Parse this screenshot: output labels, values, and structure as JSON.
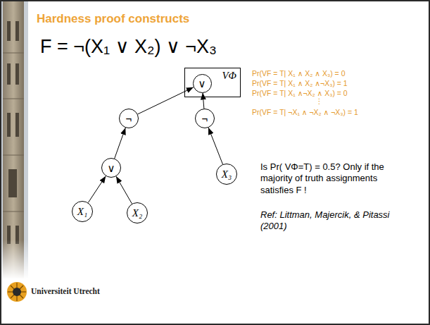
{
  "diagram": {
    "title": "Hardness proof constructs",
    "nodes": [
      {
        "text": [
          "VΦ"
        ]
      },
      {
        "text": [
          "∨"
        ],
        "in": 0
      },
      {
        "text": [
          "¬"
        ]
      },
      {
        "text": [
          "¬"
        ]
      },
      {
        "text": [
          "∨"
        ]
      },
      {
        "text": [
          "X₁"
        ]
      },
      {
        "text": [
          "X₂"
        ]
      },
      {
        "text": [
          "X₃"
        ]
      }
    ],
    "edges": [
      {
        "from": 5,
        "to": 4,
        "arrow": "to"
      },
      {
        "from": 6,
        "to": 4,
        "arrow": "to"
      },
      {
        "from": 4,
        "to": 2,
        "arrow": "to"
      },
      {
        "from": 2,
        "to": 1,
        "arrow": "to"
      },
      {
        "from": 7,
        "to": 3,
        "arrow": "to"
      },
      {
        "from": 3,
        "to": 1,
        "arrow": "to"
      }
    ],
    "labels": [
      "F = ¬(X₁ ∨ X₂) ∨ ¬X₃",
      "Pr(VF = T| X₁ ∧ X₂ ∧ X₃) = 0",
      "Pr(VF = T| X₁ ∧ X₂ ∧¬X₃) = 1",
      "Pr(VF = T| X₁ ∧¬X₂ ∧ X₃) = 0",
      "⋮",
      "Pr(VF = T| ¬X₁ ∧ ¬X₂ ∧ ¬X₃) = 1",
      "Is Pr( VΦ=T) = 0.5? Only if the majority of truth assignments satisfies F !",
      "Ref: Littman, Majercik, & Pitassi (2001)",
      "Universiteit Utrecht"
    ]
  }
}
